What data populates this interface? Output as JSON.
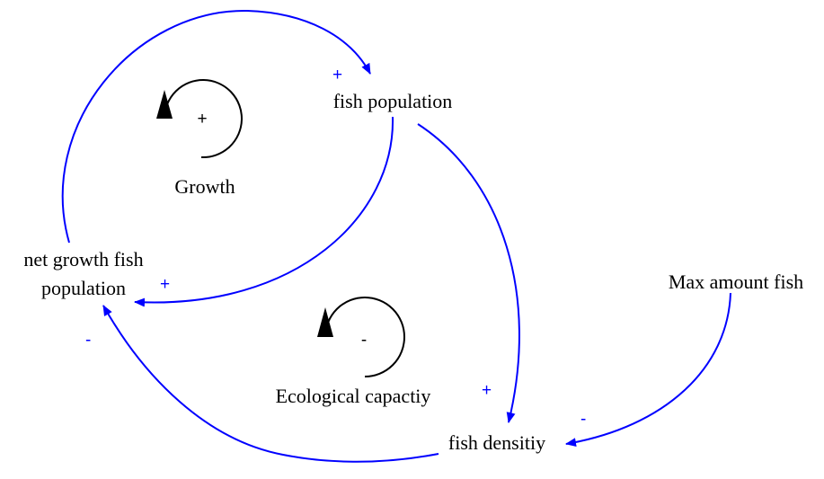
{
  "nodes": {
    "fish_population": "fish population",
    "net_growth_line1": "net growth fish",
    "net_growth_line2": "population",
    "fish_density": "fish densitiy",
    "max_amount_fish": "Max amount fish"
  },
  "loops": {
    "growth": {
      "label": "Growth",
      "sign": "+"
    },
    "ecological": {
      "label": "Ecological capactiy",
      "sign": "-"
    }
  },
  "links": {
    "net_growth_to_population": {
      "polarity": "+"
    },
    "population_to_net_growth": {
      "polarity": "+"
    },
    "population_to_density": {
      "polarity": "+"
    },
    "density_to_net_growth": {
      "polarity": "-"
    },
    "max_to_density": {
      "polarity": "-"
    }
  },
  "colors": {
    "link": "#0000ff",
    "text": "#000000",
    "loop_marker": "#000000"
  }
}
